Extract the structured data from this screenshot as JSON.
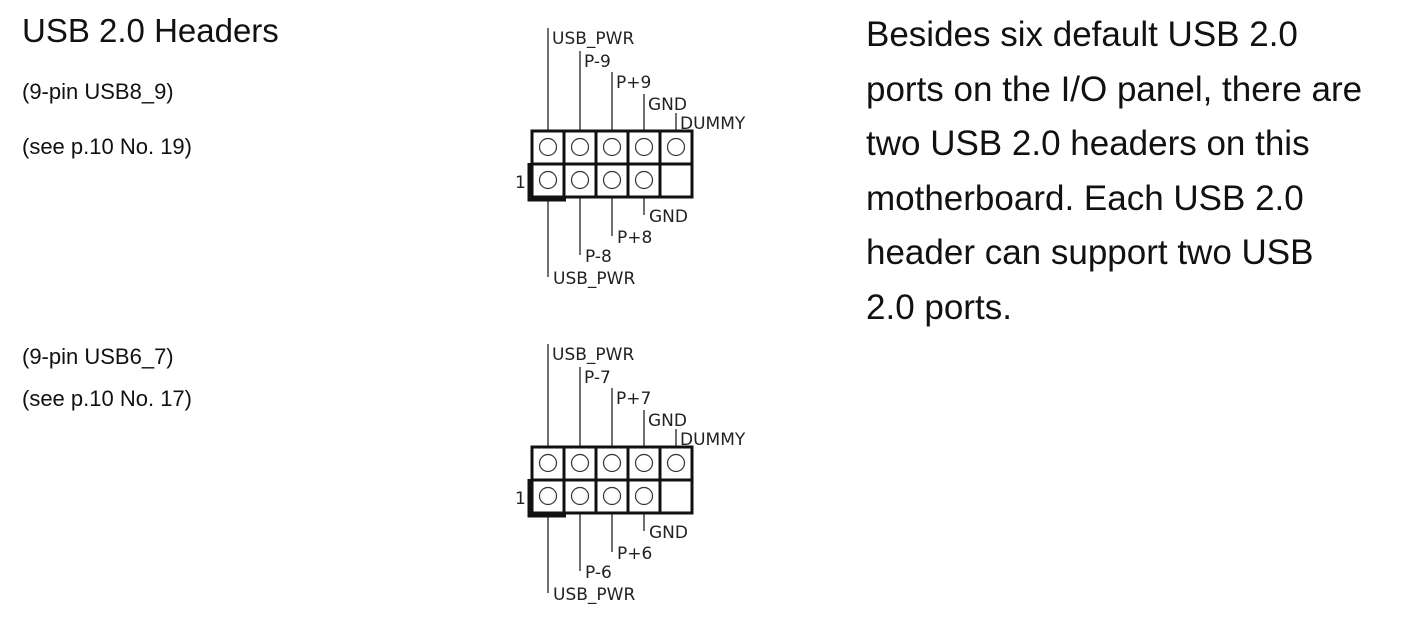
{
  "title": "USB 2.0 Headers",
  "header1": {
    "pin_label": "(9-pin USB8_9)",
    "ref": "(see p.10  No. 19)",
    "pin1": "1",
    "top": [
      "USB_PWR",
      "P-9",
      "P+9",
      "GND",
      "DUMMY"
    ],
    "bottom": [
      "GND",
      "P+8",
      "P-8",
      "USB_PWR"
    ]
  },
  "header2": {
    "pin_label": "(9-pin USB6_7)",
    "ref": "(see p.10  No. 17)",
    "pin1": "1",
    "top": [
      "USB_PWR",
      "P-7",
      "P+7",
      "GND",
      "DUMMY"
    ],
    "bottom": [
      "GND",
      "P+6",
      "P-6",
      "USB_PWR"
    ]
  },
  "description": [
    "Besides six default USB 2.0",
    "ports on the I/O panel, there are",
    "two USB 2.0 headers on this",
    "motherboard. Each USB 2.0",
    "header can support two USB",
    "2.0 ports."
  ]
}
